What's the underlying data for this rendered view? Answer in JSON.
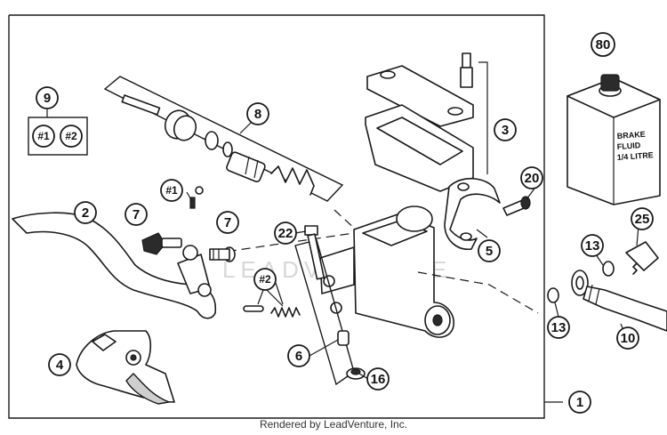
{
  "callouts": {
    "p1": "1",
    "p2": "2",
    "p3": "3",
    "p4": "4",
    "p5": "5",
    "p6": "6",
    "p7a": "7",
    "p7b": "7",
    "p8": "8",
    "p9": "9",
    "p10": "10",
    "p13a": "13",
    "p13b": "13",
    "p16": "16",
    "p20": "20",
    "p22": "22",
    "p25": "25",
    "p80": "80",
    "kit1_box": "#1",
    "kit2_box": "#2",
    "kit1": "#1",
    "kit2": "#2"
  },
  "fluid_can": {
    "line1": "BRAKE",
    "line2": "FLUID",
    "line3": "1/4 LITRE"
  },
  "watermark": "LEADVENTURE",
  "footer": "Rendered by LeadVenture, Inc."
}
